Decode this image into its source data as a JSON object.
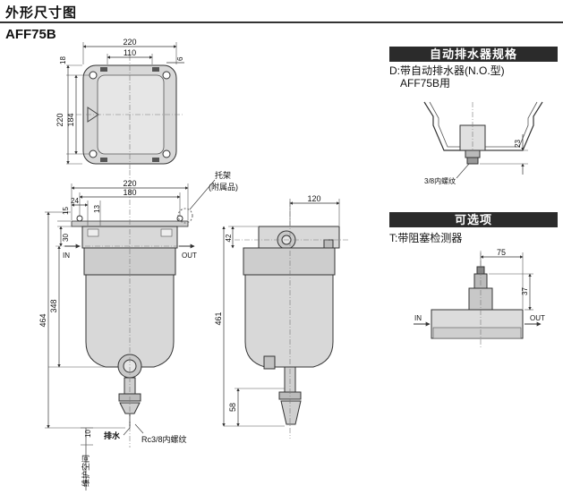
{
  "header": {
    "title": "外形尺寸图",
    "model": "AFF75B"
  },
  "auto_drain": {
    "heading": "自动排水器规格",
    "line1": "D:带自动排水器(N.O.型)",
    "line2": "AFF75B用",
    "dim_23": "23",
    "thread": "3/8内螺纹"
  },
  "option": {
    "heading": "可选项",
    "line1": "T:带阻塞检测器",
    "dim_75": "75",
    "dim_37": "37",
    "in": "IN",
    "out": "OUT"
  },
  "top_view": {
    "dim_220": "220",
    "dim_110": "110",
    "dim_6": "6",
    "dim_18": "18",
    "dim_220v": "220",
    "dim_184": "184"
  },
  "front_view": {
    "dim_220": "220",
    "dim_180": "180",
    "dim_24": "24",
    "dim_13": "13",
    "dim_15": "15",
    "dim_30": "30",
    "dim_348": "348",
    "dim_464": "464",
    "dim_10": "10",
    "bracket": "托架",
    "bracket_sub": "(附属品)",
    "in": "IN",
    "out": "OUT",
    "drain": "排水",
    "drain_thread": "Rc3/8内螺纹",
    "maint": "维护空间"
  },
  "side_view": {
    "dim_120": "120",
    "dim_42": "42",
    "dim_461": "461",
    "dim_58": "58"
  },
  "colors": {
    "body": "#d8d8d8",
    "body_dark": "#b8b8b8",
    "line": "#333333",
    "header_bg": "#2b2b2b"
  }
}
